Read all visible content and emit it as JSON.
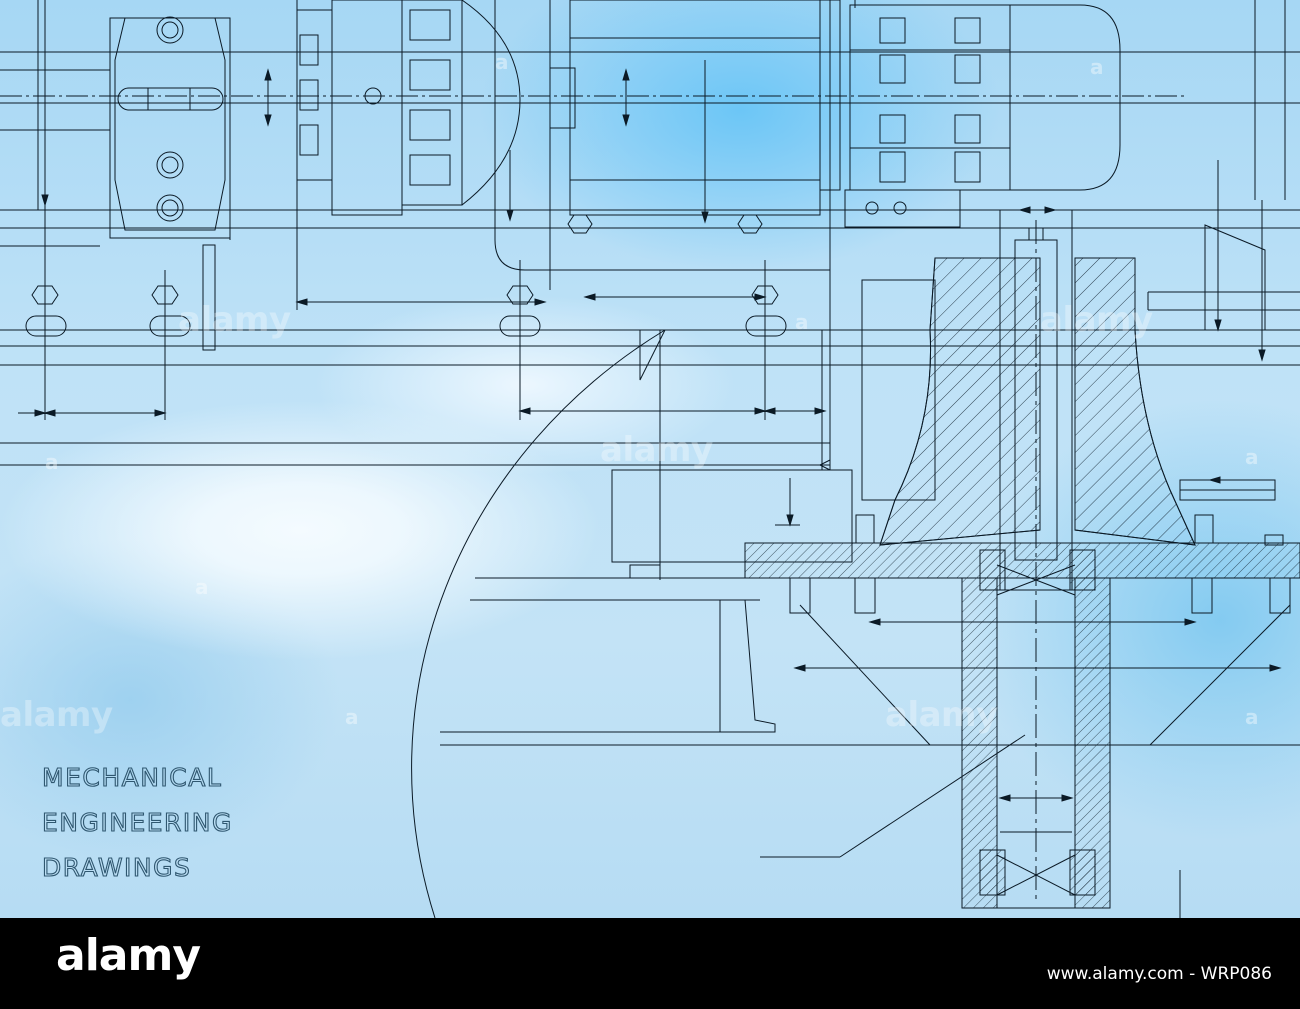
{
  "title_lines": [
    "MECHANICAL",
    "ENGINEERING",
    "DRAWINGS"
  ],
  "watermark": {
    "word": "alamy",
    "mark": "a"
  },
  "footer": {
    "brand": "alamy",
    "image_id": "www.alamy.com - WRP086"
  },
  "colors": {
    "line": "#0b1a26",
    "title_outline": "#2f5770",
    "background": "#bfe2f7",
    "footer": "#000000"
  },
  "icons": [
    "alamy-a-mark-icon"
  ]
}
